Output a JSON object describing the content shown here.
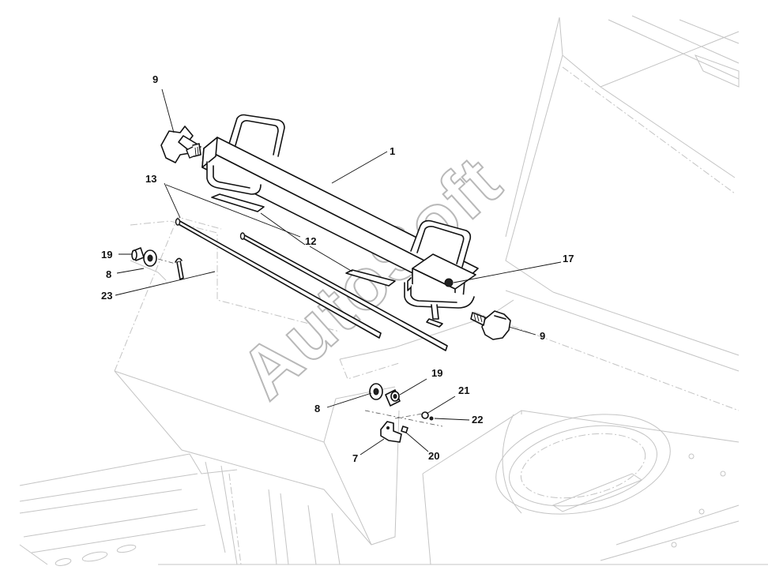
{
  "watermark": "AutoSoft",
  "callouts": [
    {
      "id": "c9a",
      "label": "9"
    },
    {
      "id": "c1",
      "label": "1"
    },
    {
      "id": "c13",
      "label": "13"
    },
    {
      "id": "c12",
      "label": "12"
    },
    {
      "id": "c19a",
      "label": "19"
    },
    {
      "id": "c8a",
      "label": "8"
    },
    {
      "id": "c23",
      "label": "23"
    },
    {
      "id": "c17",
      "label": "17"
    },
    {
      "id": "c9b",
      "label": "9"
    },
    {
      "id": "c19b",
      "label": "19"
    },
    {
      "id": "c21",
      "label": "21"
    },
    {
      "id": "c8b",
      "label": "8"
    },
    {
      "id": "c22",
      "label": "22"
    },
    {
      "id": "c7",
      "label": "7"
    },
    {
      "id": "c20",
      "label": "20"
    }
  ]
}
